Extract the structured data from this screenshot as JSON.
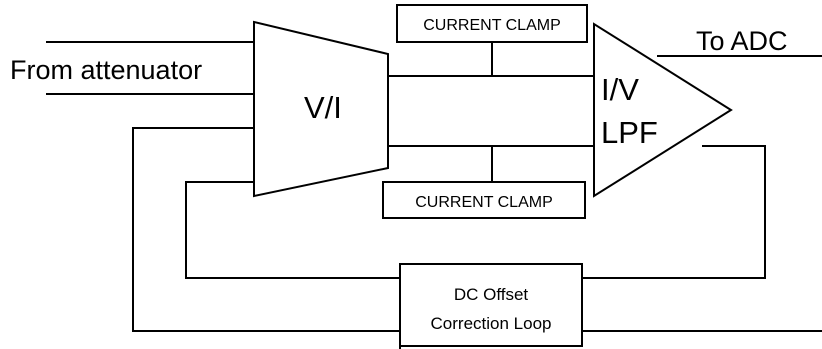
{
  "labels": {
    "input": "From attenuator",
    "output": "To ADC",
    "vi_block": "V/I",
    "iv_block_line1": "I/V",
    "iv_block_line2": "LPF",
    "clamp_top": "CURRENT CLAMP",
    "clamp_bottom": "CURRENT CLAMP",
    "dc_offset_line1": "DC Offset",
    "dc_offset_line2": "Correction Loop"
  }
}
